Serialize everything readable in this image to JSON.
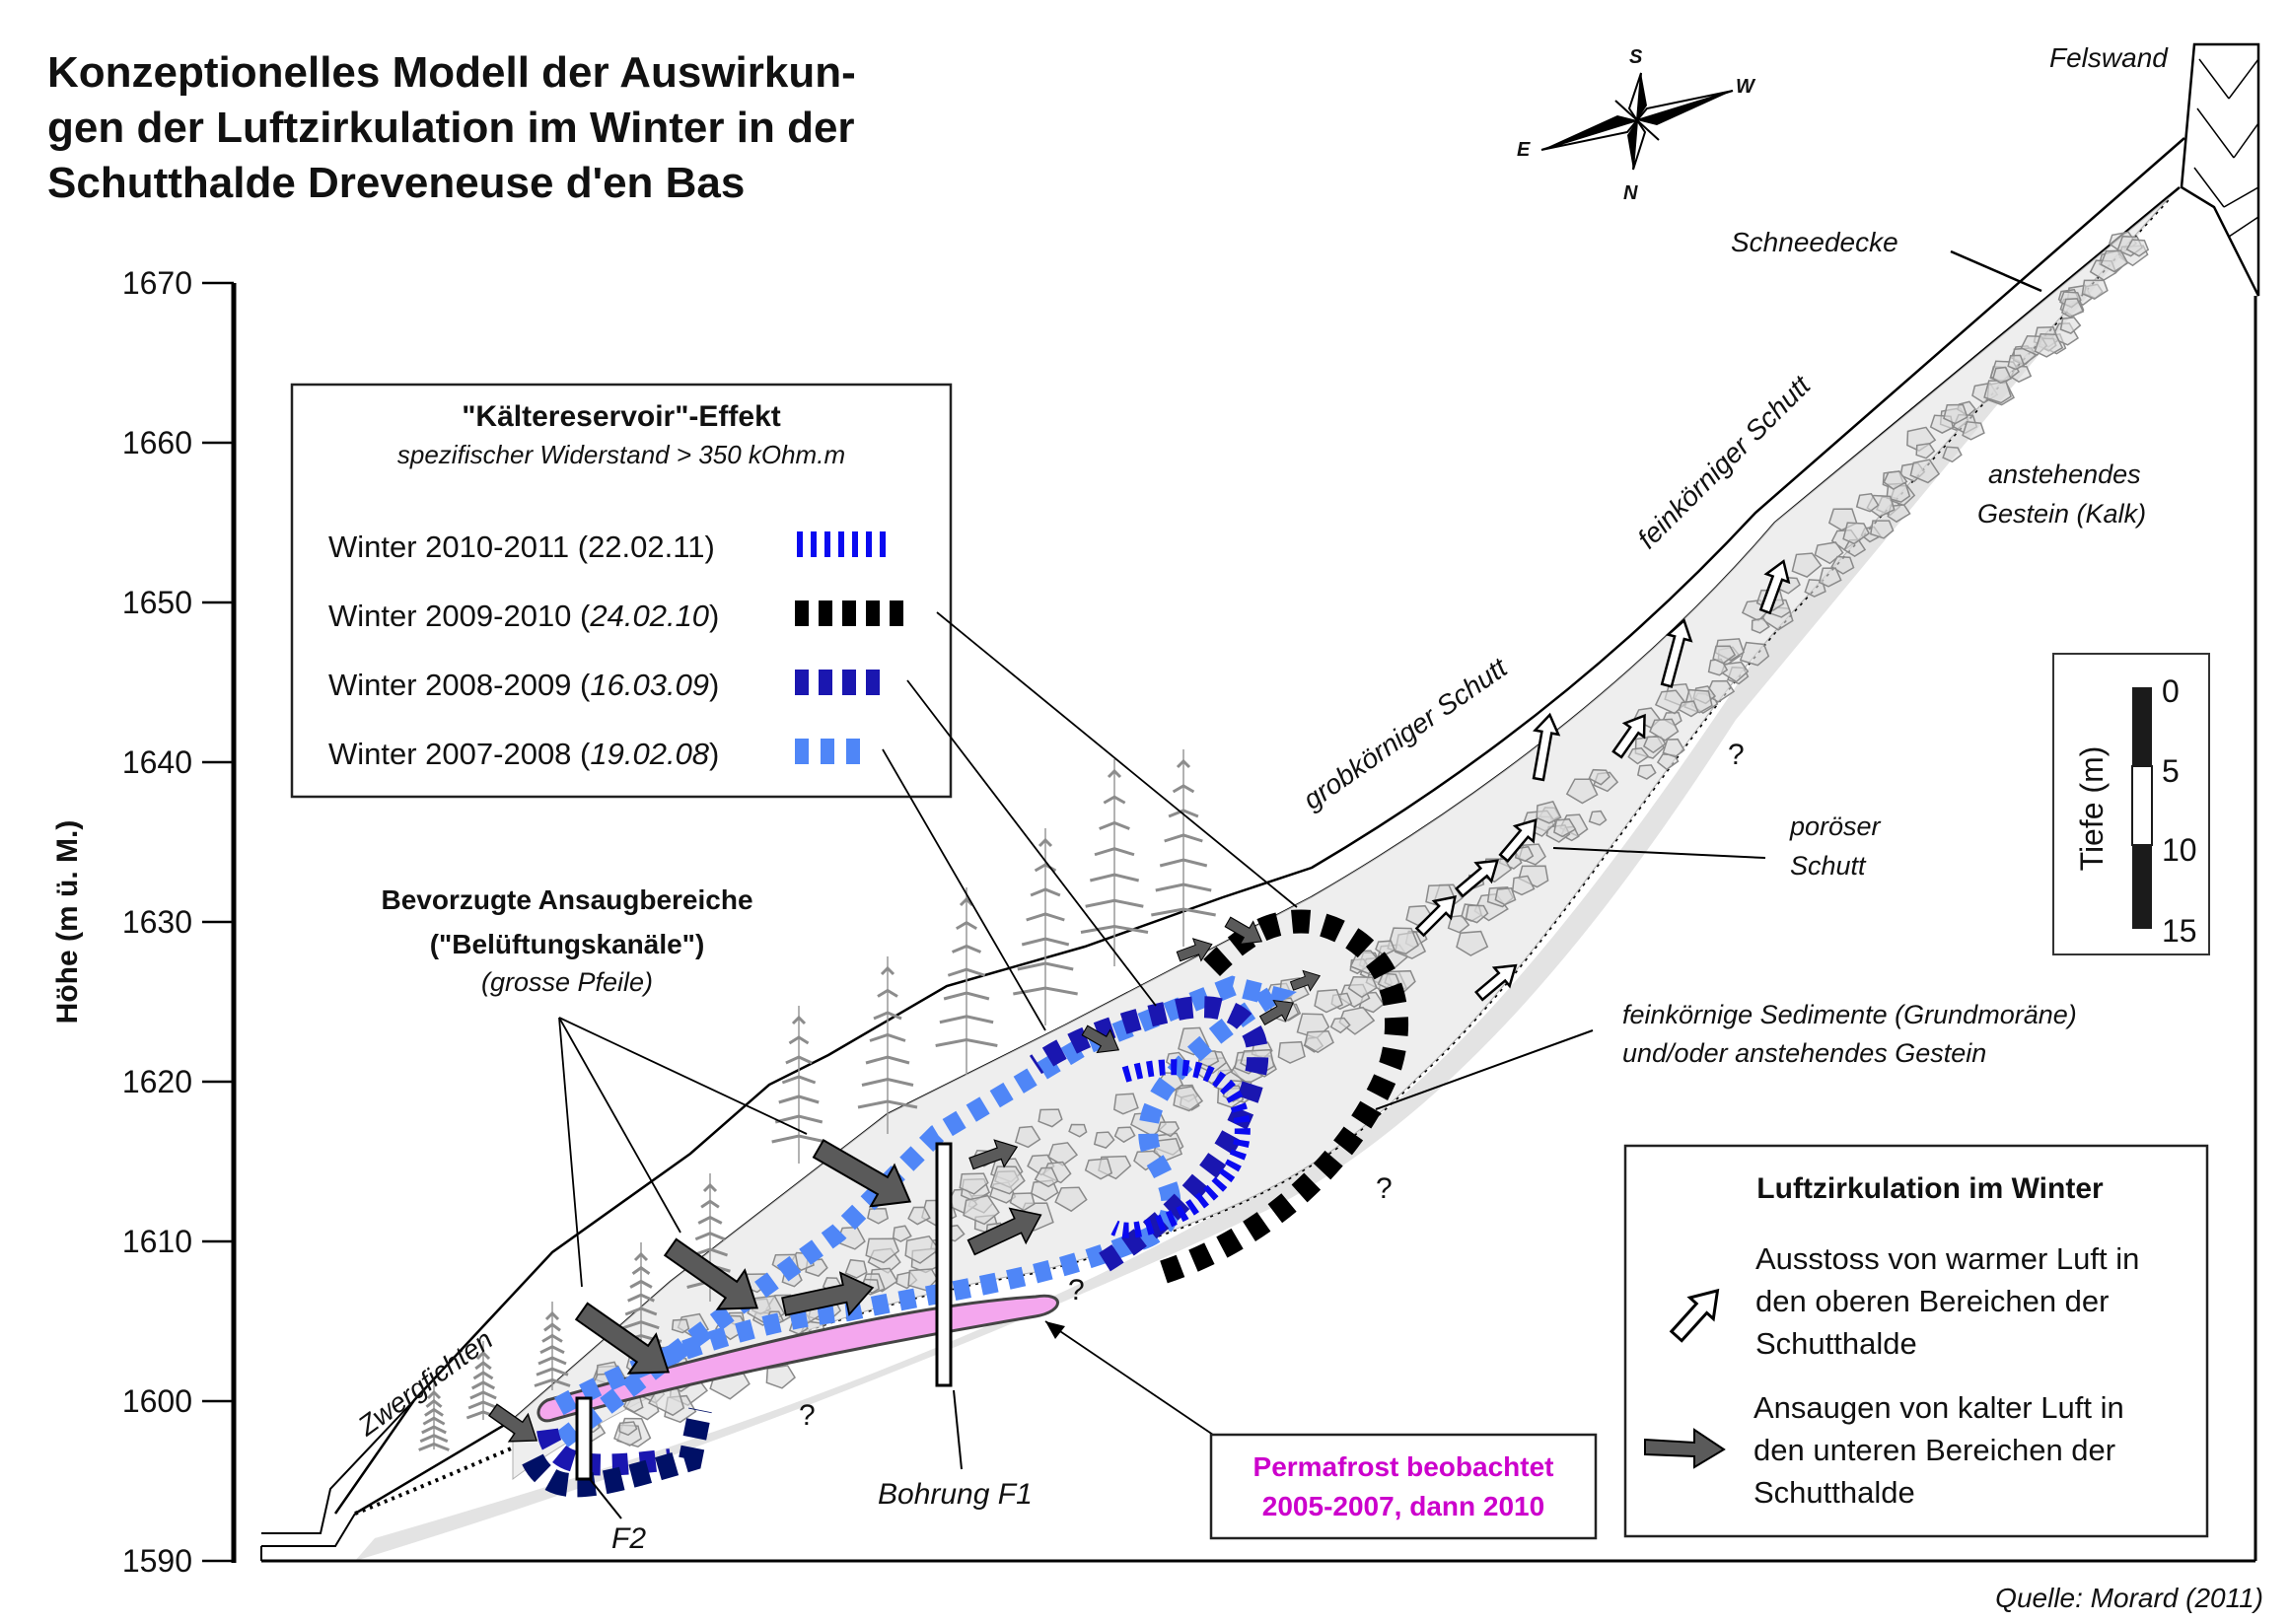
{
  "title": {
    "lines": [
      "Konzeptionelles Modell der Auswirkun-",
      "gen der Luftzirkulation im Winter in der",
      "Schutthalde Dreveneuse d'en Bas"
    ]
  },
  "compass": {
    "n": "N",
    "s": "S",
    "e": "E",
    "w": "W"
  },
  "axis": {
    "label": "Höhe (m ü. M.)",
    "min": 1590,
    "max": 1670,
    "ticks": [
      "1670",
      "1660",
      "1650",
      "1640",
      "1630",
      "1620",
      "1610",
      "1600",
      "1590"
    ]
  },
  "labels": {
    "felswand": "Felswand",
    "schneedecke": "Schneedecke",
    "feinkorniger_schutt": "feinkörniger Schutt",
    "grobkorniger_schutt": "grobkörniger Schutt",
    "anstehendes_gestein": [
      "anstehendes",
      "Gestein (Kalk)"
    ],
    "poroser_schutt": [
      "poröser",
      "Schutt"
    ],
    "sedimente": [
      "feinkörnige Sedimente (Grundmoräne)",
      "und/oder anstehendes Gestein"
    ],
    "zwergfichten": "Zwergfichten",
    "bohrung_f1": "Bohrung F1",
    "f2": "F2",
    "question": "?",
    "source": "Quelle: Morard (2011)"
  },
  "reservoir_legend": {
    "title": "\"Kältereservoir\"-Effekt",
    "subtitle": "spezifischer Widerstand > 350 kOhm.m",
    "entries": [
      {
        "season": "Winter 2010-2011 (",
        "date": "22.02.11",
        "close": ")",
        "date_italic": false,
        "color": "#0a0af0"
      },
      {
        "season": "Winter 2009-2010 (",
        "date": "24.02.10",
        "close": ")",
        "date_italic": true,
        "color": "#000000"
      },
      {
        "season": "Winter 2008-2009 (",
        "date": "16.03.09",
        "close": ")",
        "date_italic": true,
        "color": "#1a16b0"
      },
      {
        "season": "Winter 2007-2008 (",
        "date": "19.02.08",
        "close": ")",
        "date_italic": true,
        "color": "#4f86f7"
      }
    ]
  },
  "ansaug_label": {
    "line1": "Bevorzugte Ansaugbereiche",
    "line2": "(\"Belüftungskanäle\")",
    "line3": "(grosse Pfeile)"
  },
  "depth_scale": {
    "label": "Tiefe (m)",
    "ticks": [
      "0",
      "5",
      "10",
      "15"
    ]
  },
  "circulation_legend": {
    "title": "Luftzirkulation im Winter",
    "warm": [
      "Ausstoss von warmer Luft in",
      "den oberen Bereichen der",
      "Schutthalde"
    ],
    "cold": [
      "Ansaugen von kalter Luft in",
      "den unteren Bereichen der",
      "Schutthalde"
    ]
  },
  "permafrost": {
    "lines": [
      "Permafrost beobachtet",
      "2005-2007, dann 2010"
    ],
    "color": "#cc00cc"
  },
  "colors": {
    "sediment_gray": "#e3e3e3",
    "permafrost_fill": "#f4a7ee",
    "arrow_gray": "#5a5a5a"
  }
}
